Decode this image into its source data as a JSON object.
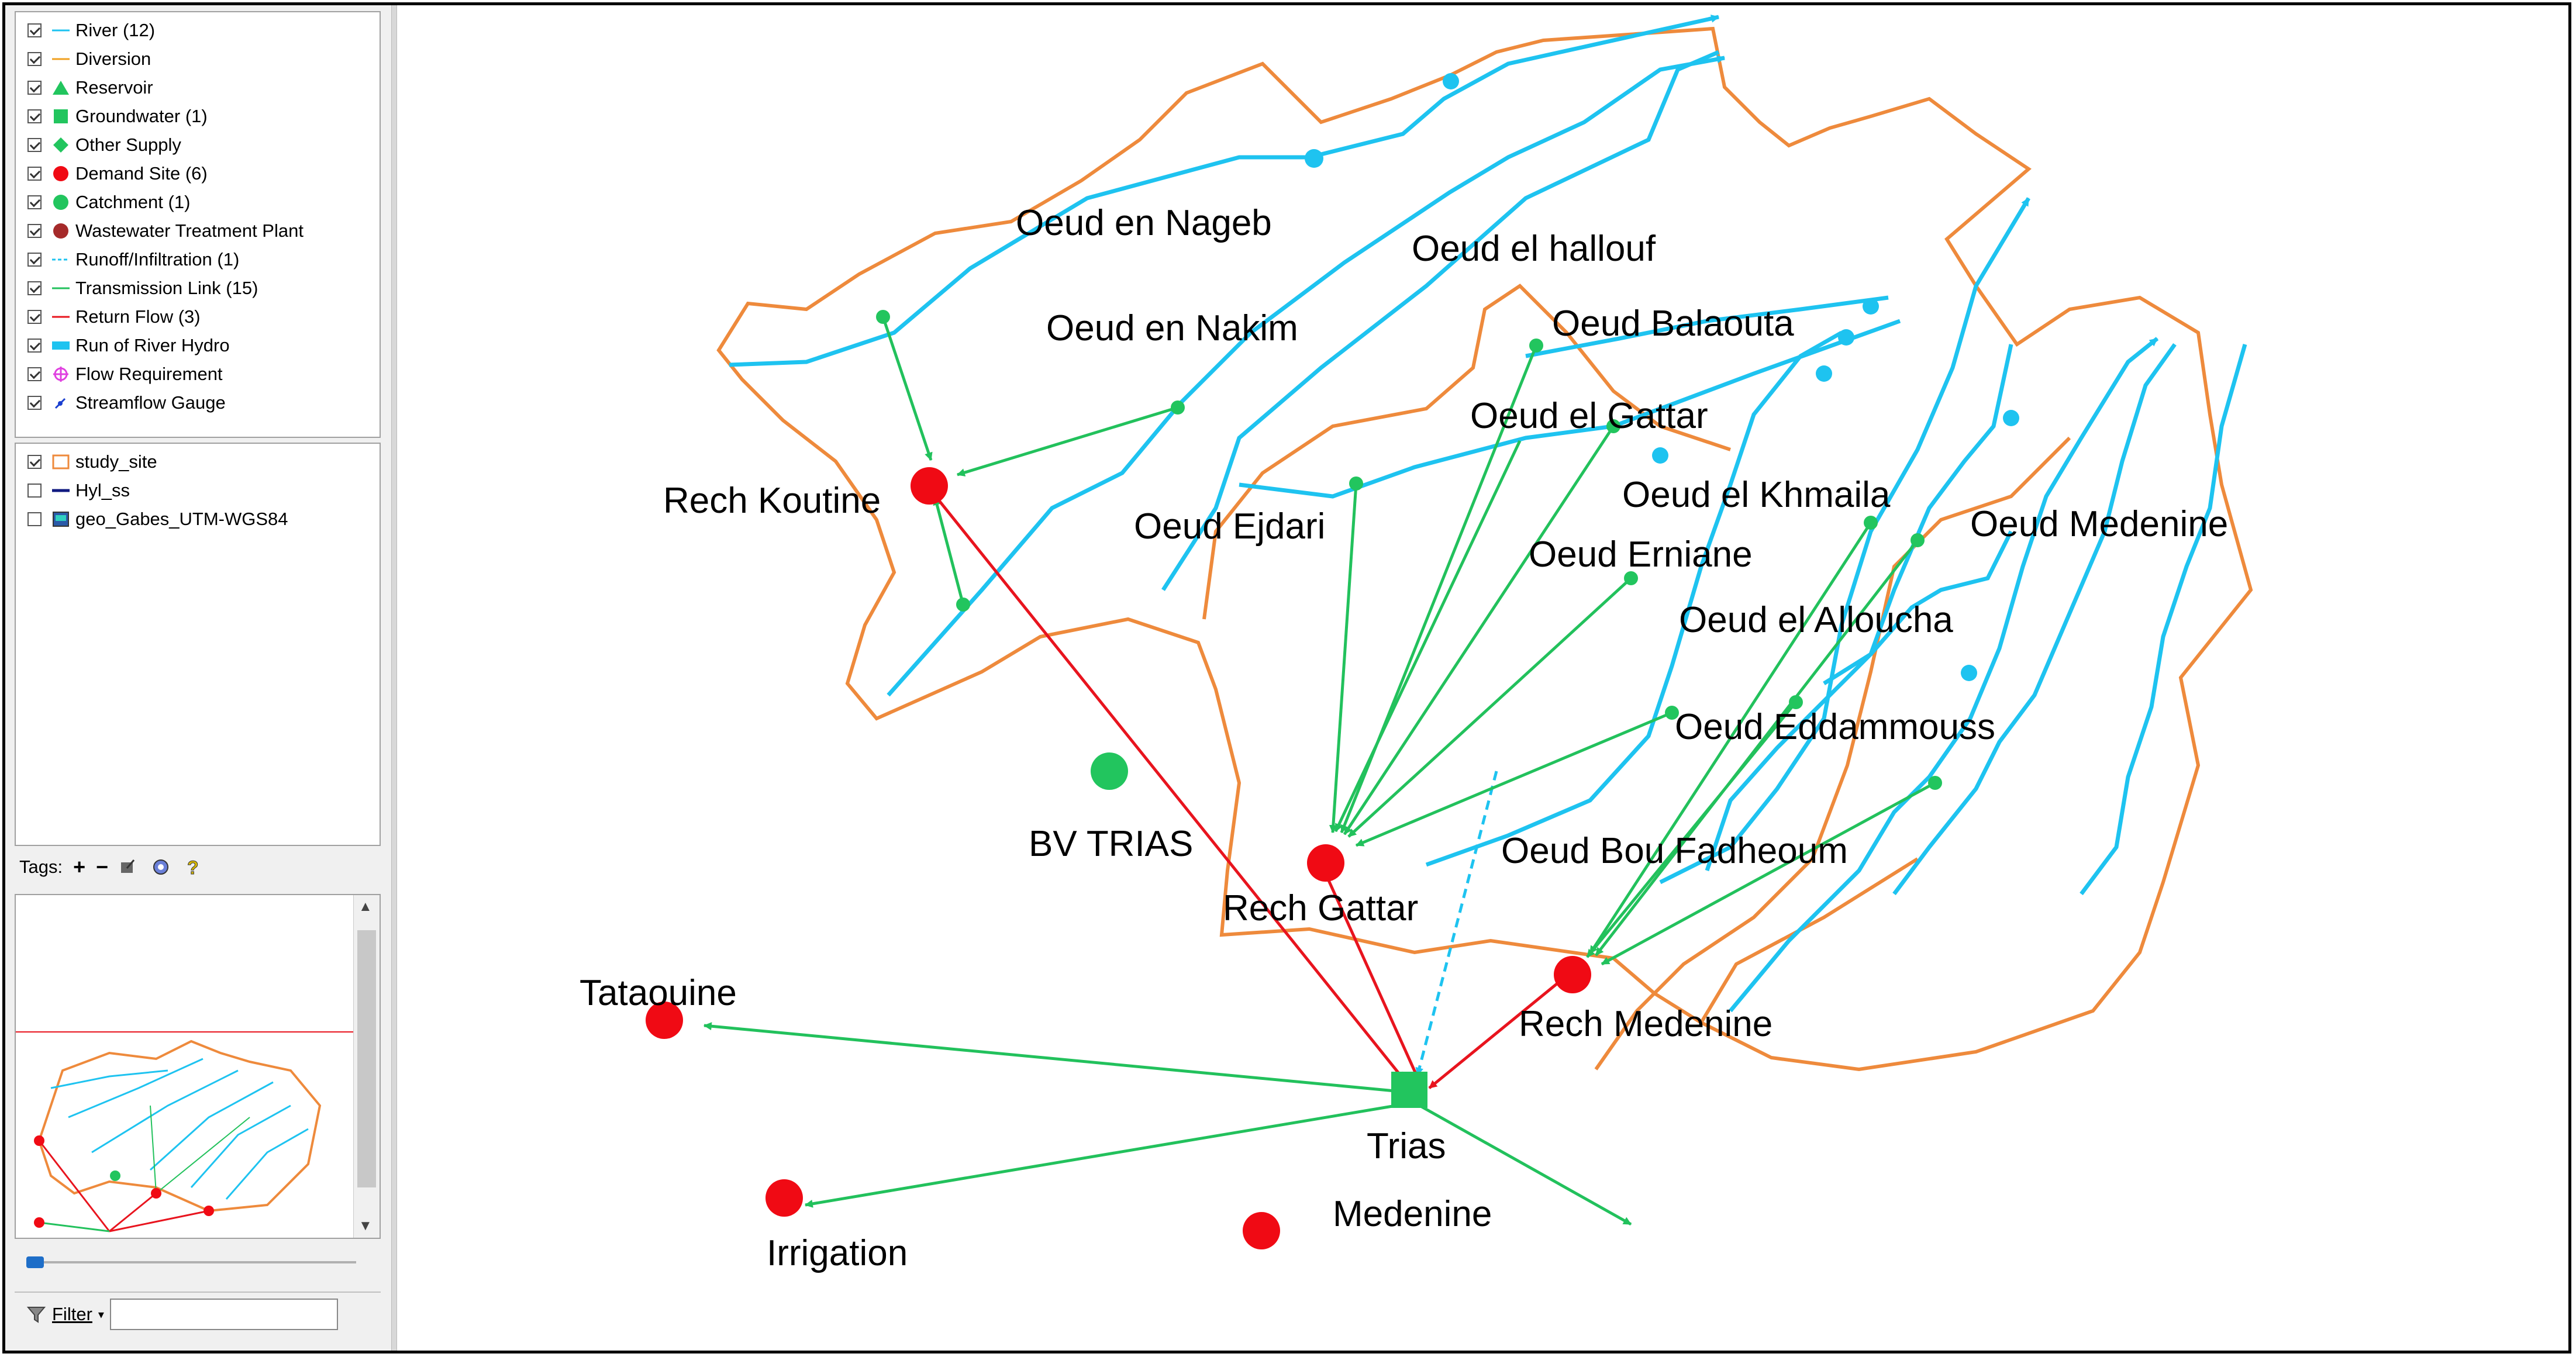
{
  "legend": {
    "items": [
      {
        "label": "River (12)",
        "symbol": "river"
      },
      {
        "label": "Diversion",
        "symbol": "diversion"
      },
      {
        "label": "Reservoir",
        "symbol": "reservoir"
      },
      {
        "label": "Groundwater (1)",
        "symbol": "groundwater"
      },
      {
        "label": "Other Supply",
        "symbol": "other-supply"
      },
      {
        "label": "Demand Site (6)",
        "symbol": "demand-site"
      },
      {
        "label": "Catchment (1)",
        "symbol": "catchment"
      },
      {
        "label": "Wastewater Treatment Plant",
        "symbol": "wwtp"
      },
      {
        "label": "Runoff/Infiltration (1)",
        "symbol": "runoff"
      },
      {
        "label": "Transmission Link (15)",
        "symbol": "transmission"
      },
      {
        "label": "Return Flow (3)",
        "symbol": "return-flow"
      },
      {
        "label": "Run of River Hydro",
        "symbol": "hydro"
      },
      {
        "label": "Flow Requirement",
        "symbol": "flow-req"
      },
      {
        "label": "Streamflow Gauge",
        "symbol": "gauge"
      }
    ]
  },
  "layers": {
    "items": [
      {
        "label": "study_site",
        "checked": true
      },
      {
        "label": "Hyl_ss",
        "checked": false
      },
      {
        "label": "geo_Gabes_UTM-WGS84",
        "checked": false
      }
    ]
  },
  "toolbar": {
    "tags_label": "Tags:",
    "add": "+",
    "remove": "−"
  },
  "filter": {
    "label": "Filter",
    "value": ""
  },
  "colors": {
    "river": "#1ec3f0",
    "transmission": "#22c15c",
    "return_flow": "#e8141e",
    "demand": "#f00a14",
    "catchment": "#22c55e",
    "boundary": "#ee8a3c",
    "groundwater": "#22c55e"
  },
  "map": {
    "river_labels": [
      "Oeud en Nageb",
      "Oeud el hallouf",
      "Oeud en Nakim",
      "Oeud Balaouta",
      "Oeud el Gattar",
      "Oeud el Khmaila",
      "Oeud Medenine",
      "Oeud Ejdari",
      "Oeud Erniane",
      "Oeud el Alloucha",
      "Oeud Eddammouss",
      "Oeud Bou Fadheoum"
    ],
    "nodes": {
      "rech_koutine": "Rech Koutine",
      "rech_gattar": "Rech Gattar",
      "rech_medenine": "Rech Medenine",
      "tataouine": "Tataouine",
      "irrigation": "Irrigation",
      "medenine": "Medenine",
      "trias": "Trias",
      "bv_trias": "BV TRIAS"
    }
  }
}
